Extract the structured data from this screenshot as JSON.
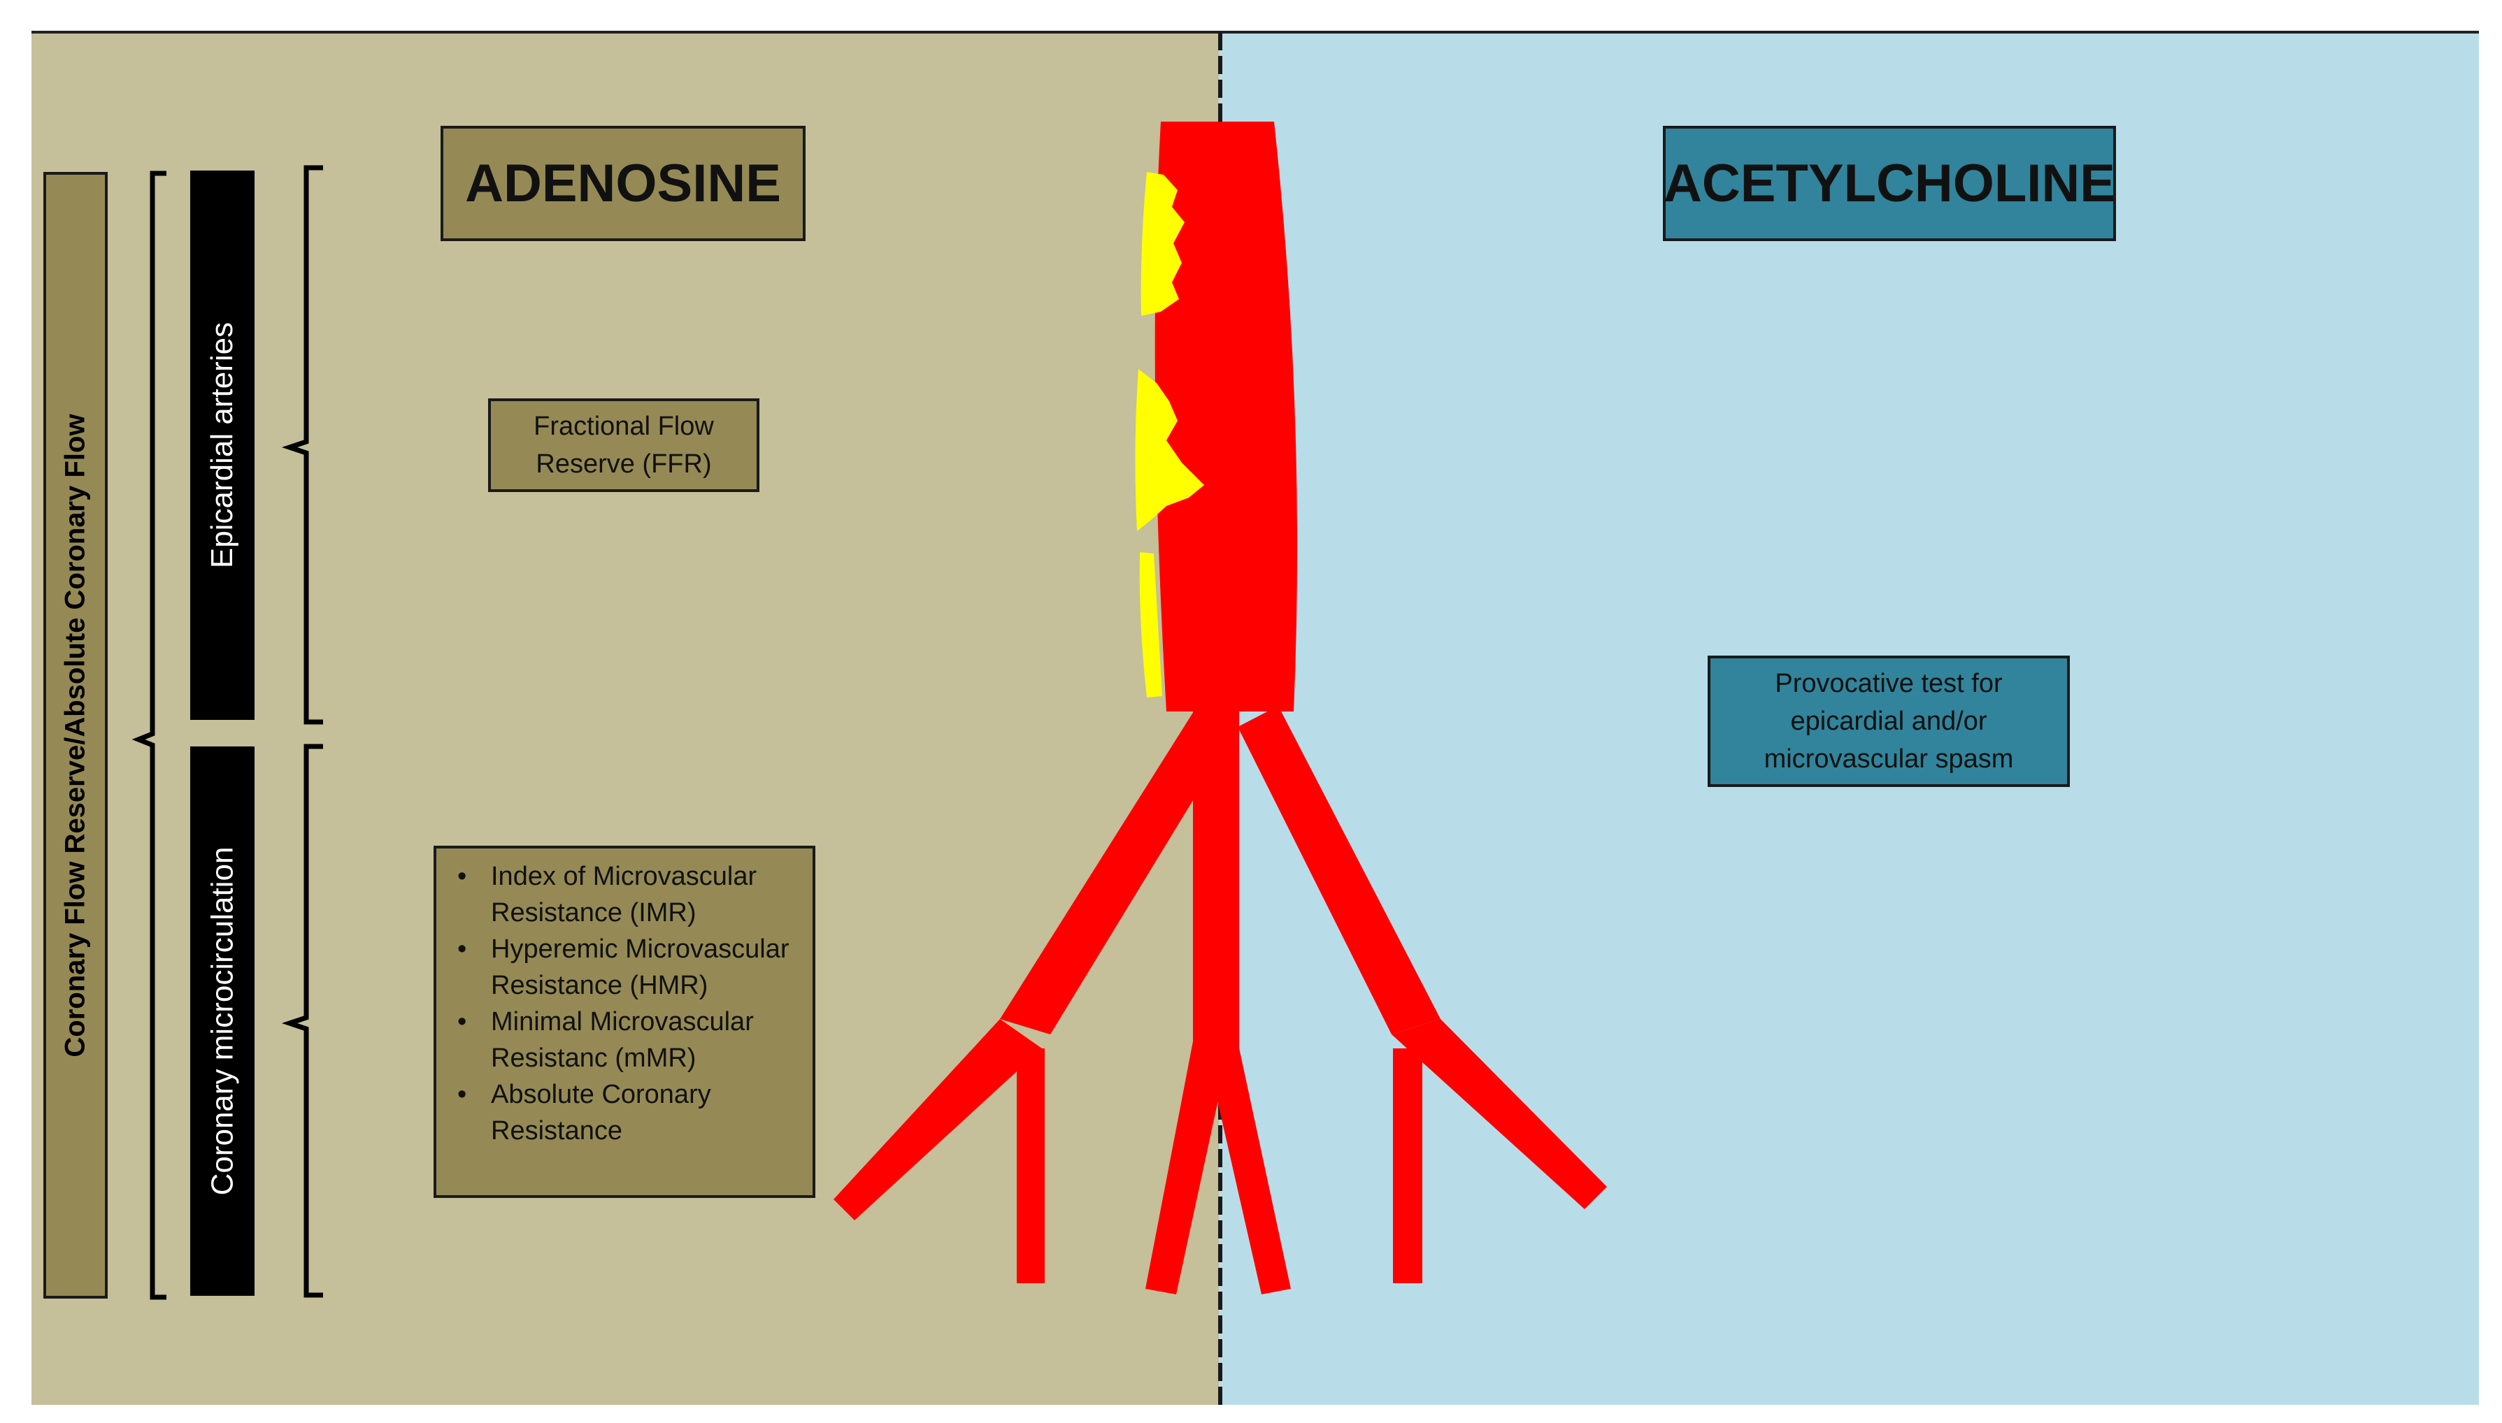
{
  "panels": {
    "left": {
      "title": "ADENOSINE",
      "color": "#c5bf9a",
      "box_color": "#958a55"
    },
    "right": {
      "title": "ACETYLCHOLINE",
      "color": "#b8dde8",
      "box_color": "#31849b"
    }
  },
  "vertical_labels": {
    "outer": "Coronary Flow Reserve/Absolute Coronary Flow",
    "epicardial": "Epicardial arteries",
    "microcirculation": "Coronary microcirculation"
  },
  "boxes": {
    "ffr": "Fractional Flow Reserve (FFR)",
    "micro_indices": [
      "Index of Microvascular Resistance (IMR)",
      "Hyperemic Microvascular Resistance (HMR)",
      "Minimal Microvascular Resistanc (mMR)",
      "Absolute Coronary Resistance"
    ],
    "provocative": "Provocative test for epicardial and/or microvascular spasm"
  },
  "colors": {
    "vessel": "#ff0000",
    "plaque": "#ffff00",
    "label_bar_dark": "#000000",
    "outer_bar": "#958a55"
  }
}
